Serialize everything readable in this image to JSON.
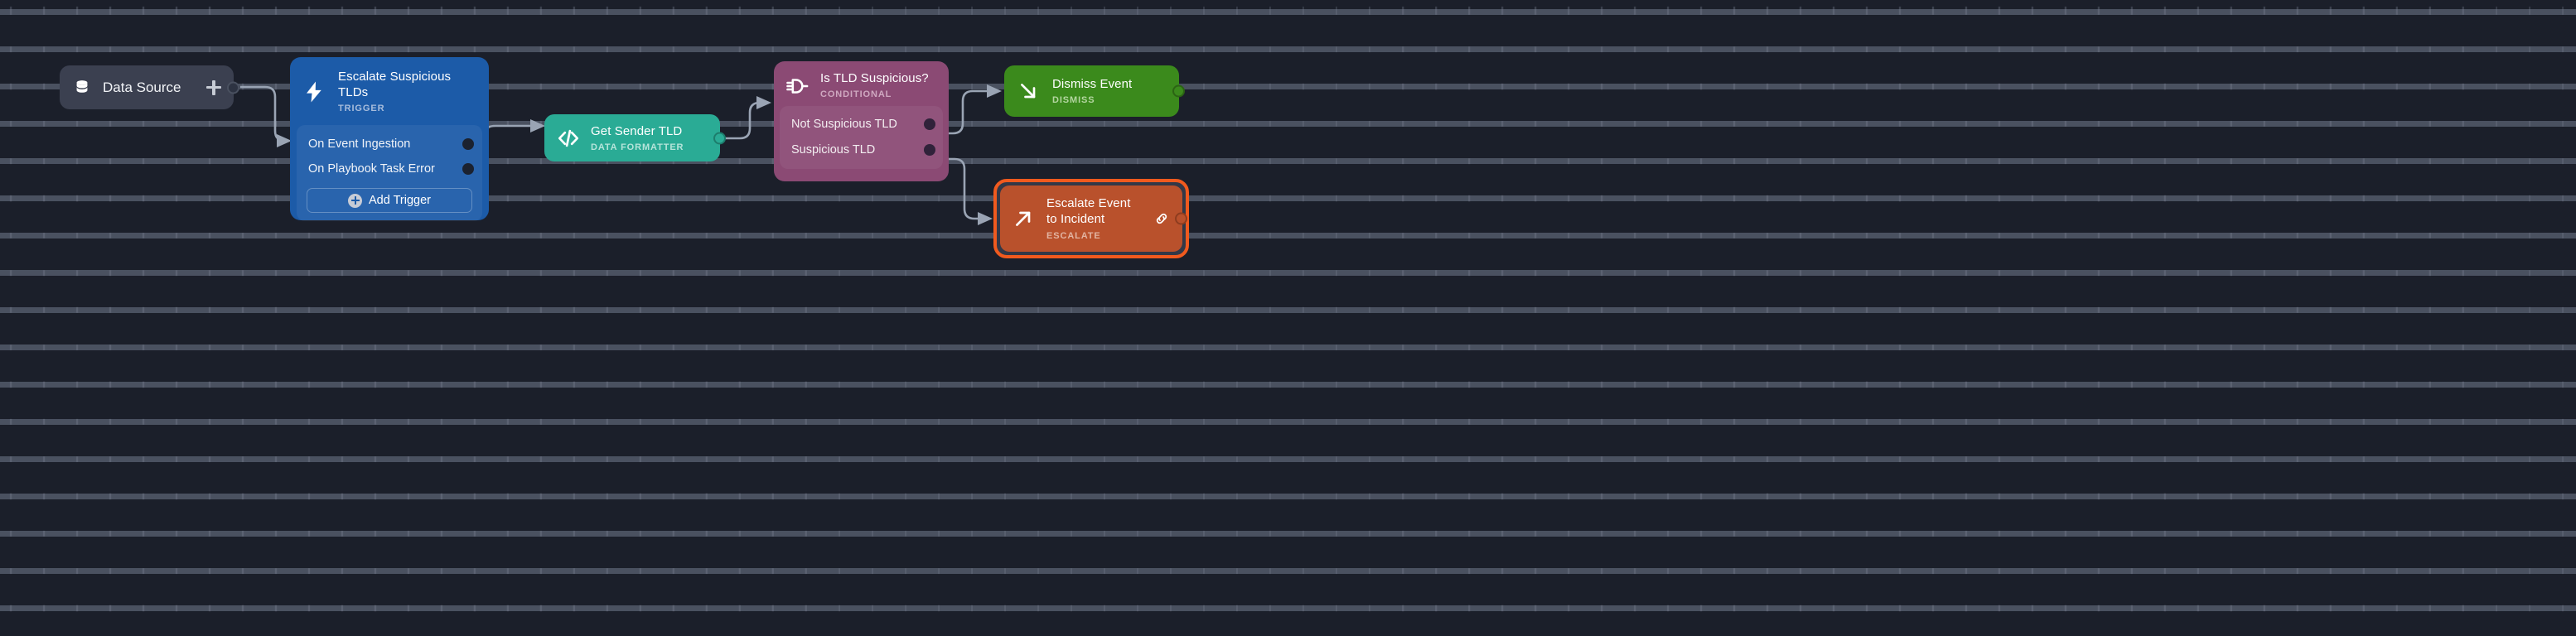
{
  "canvas": {
    "background_color": "#1b1f2a",
    "grid_color": "#4a5160",
    "edge_color": "#9aa4b4"
  },
  "data_source": {
    "label": "Data Source",
    "icon": "database-icon",
    "add_icon": "plus-icon",
    "bg_color": "#3b4050"
  },
  "trigger_node": {
    "title": "Escalate Suspicious TLDs",
    "subtitle": "TRIGGER",
    "icon": "lightning-bolt-icon",
    "bg_color": "#1c5ba8",
    "rows": [
      {
        "label": "On Event Ingestion"
      },
      {
        "label": "On Playbook Task Error"
      }
    ],
    "add_button": {
      "label": "Add Trigger",
      "icon": "plus-circle-icon"
    }
  },
  "formatter_node": {
    "title": "Get Sender TLD",
    "subtitle": "DATA FORMATTER",
    "icon": "code-brackets-icon",
    "bg_color": "#2aab95"
  },
  "conditional_node": {
    "title": "Is TLD Suspicious?",
    "subtitle": "CONDITIONAL",
    "icon": "logic-gate-icon",
    "bg_color": "#8b4a74",
    "rows": [
      {
        "label": "Not Suspicious TLD"
      },
      {
        "label": "Suspicious TLD"
      }
    ]
  },
  "dismiss_node": {
    "title": "Dismiss Event",
    "subtitle": "DISMISS",
    "icon": "arrow-down-right-icon",
    "bg_color": "#3b8a1c"
  },
  "escalate_node": {
    "title": "Escalate Event to Incident",
    "subtitle": "ESCALATE",
    "icon": "arrow-up-right-icon",
    "link_icon": "link-icon",
    "bg_color": "#b9512c",
    "selected": true,
    "selection_color": "#f05a1e"
  }
}
